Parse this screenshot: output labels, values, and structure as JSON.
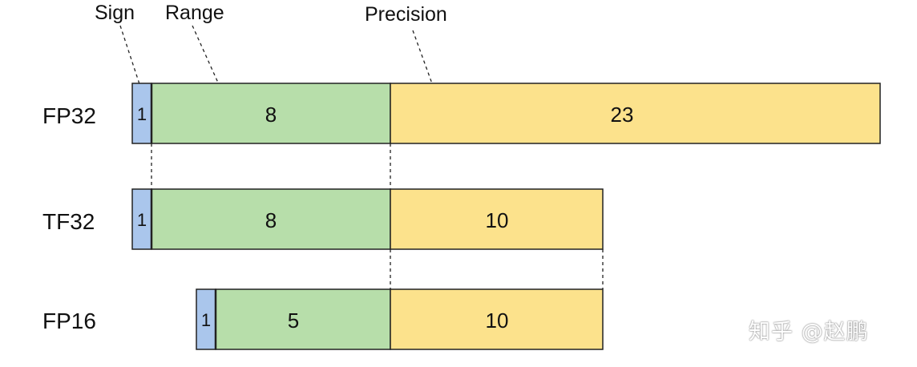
{
  "headers": {
    "sign": "Sign",
    "range": "Range",
    "precision": "Precision"
  },
  "colors": {
    "sign": "#aac6ec",
    "range": "#b7deaa",
    "precision": "#fce28c"
  },
  "rows": [
    {
      "label": "FP32",
      "sign_bits": "1",
      "range_bits": "8",
      "precision_bits": "23"
    },
    {
      "label": "TF32",
      "sign_bits": "1",
      "range_bits": "8",
      "precision_bits": "10"
    },
    {
      "label": "FP16",
      "sign_bits": "1",
      "range_bits": "5",
      "precision_bits": "10"
    }
  ],
  "watermark": "知乎 @赵鹏"
}
